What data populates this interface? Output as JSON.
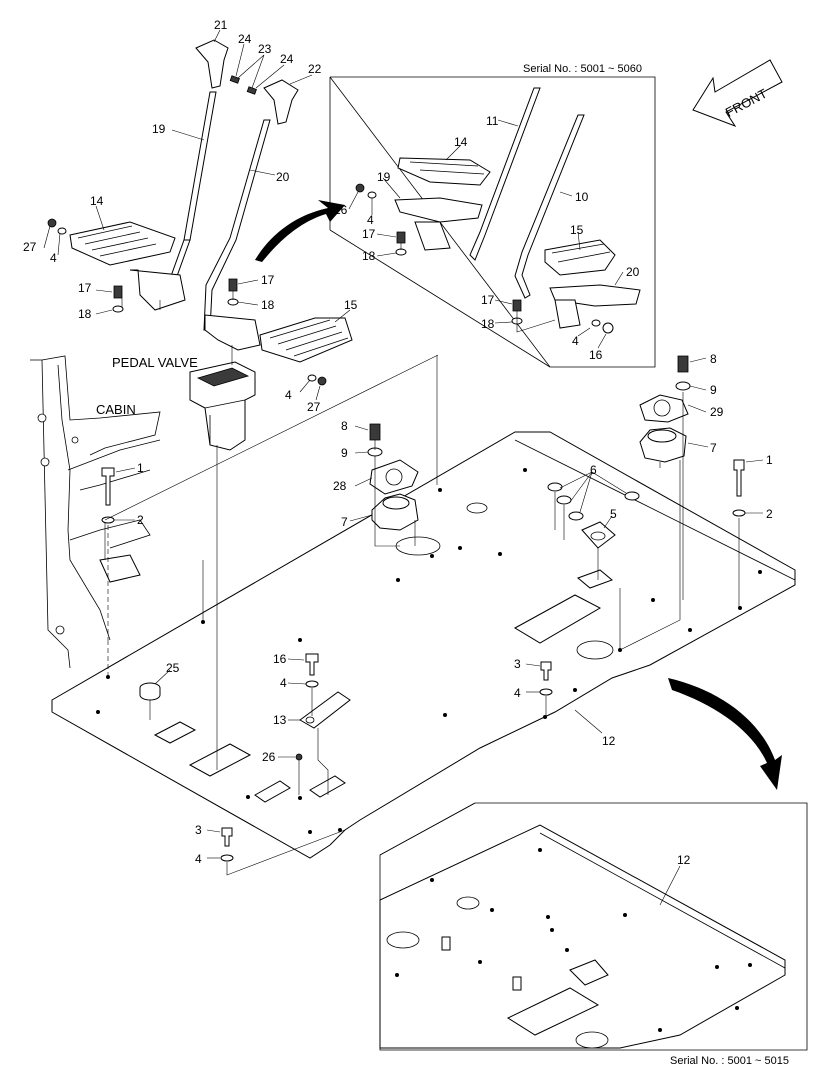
{
  "serials": {
    "top_inset": "Serial No. : 5001 ~ 5060",
    "bottom_inset": "Serial No. : 5001 ~ 5015"
  },
  "labels": {
    "front": "FRONT",
    "pedal_valve": "PEDAL VALVE",
    "cabin": "CABIN"
  },
  "callouts": {
    "main": [
      "21",
      "24",
      "23",
      "24",
      "22",
      "19",
      "20",
      "14",
      "27",
      "4",
      "17",
      "18",
      "17",
      "18",
      "15",
      "4",
      "27",
      "8",
      "9",
      "28",
      "7",
      "1",
      "2",
      "8",
      "9",
      "29",
      "7",
      "6",
      "5",
      "1",
      "2",
      "16",
      "4",
      "13",
      "25",
      "26",
      "3",
      "4",
      "3",
      "4",
      "12"
    ],
    "top_inset": [
      "11",
      "14",
      "19",
      "16",
      "4",
      "10",
      "17",
      "18",
      "15",
      "20",
      "17",
      "18",
      "4",
      "16"
    ],
    "bottom_inset": [
      "12"
    ]
  }
}
